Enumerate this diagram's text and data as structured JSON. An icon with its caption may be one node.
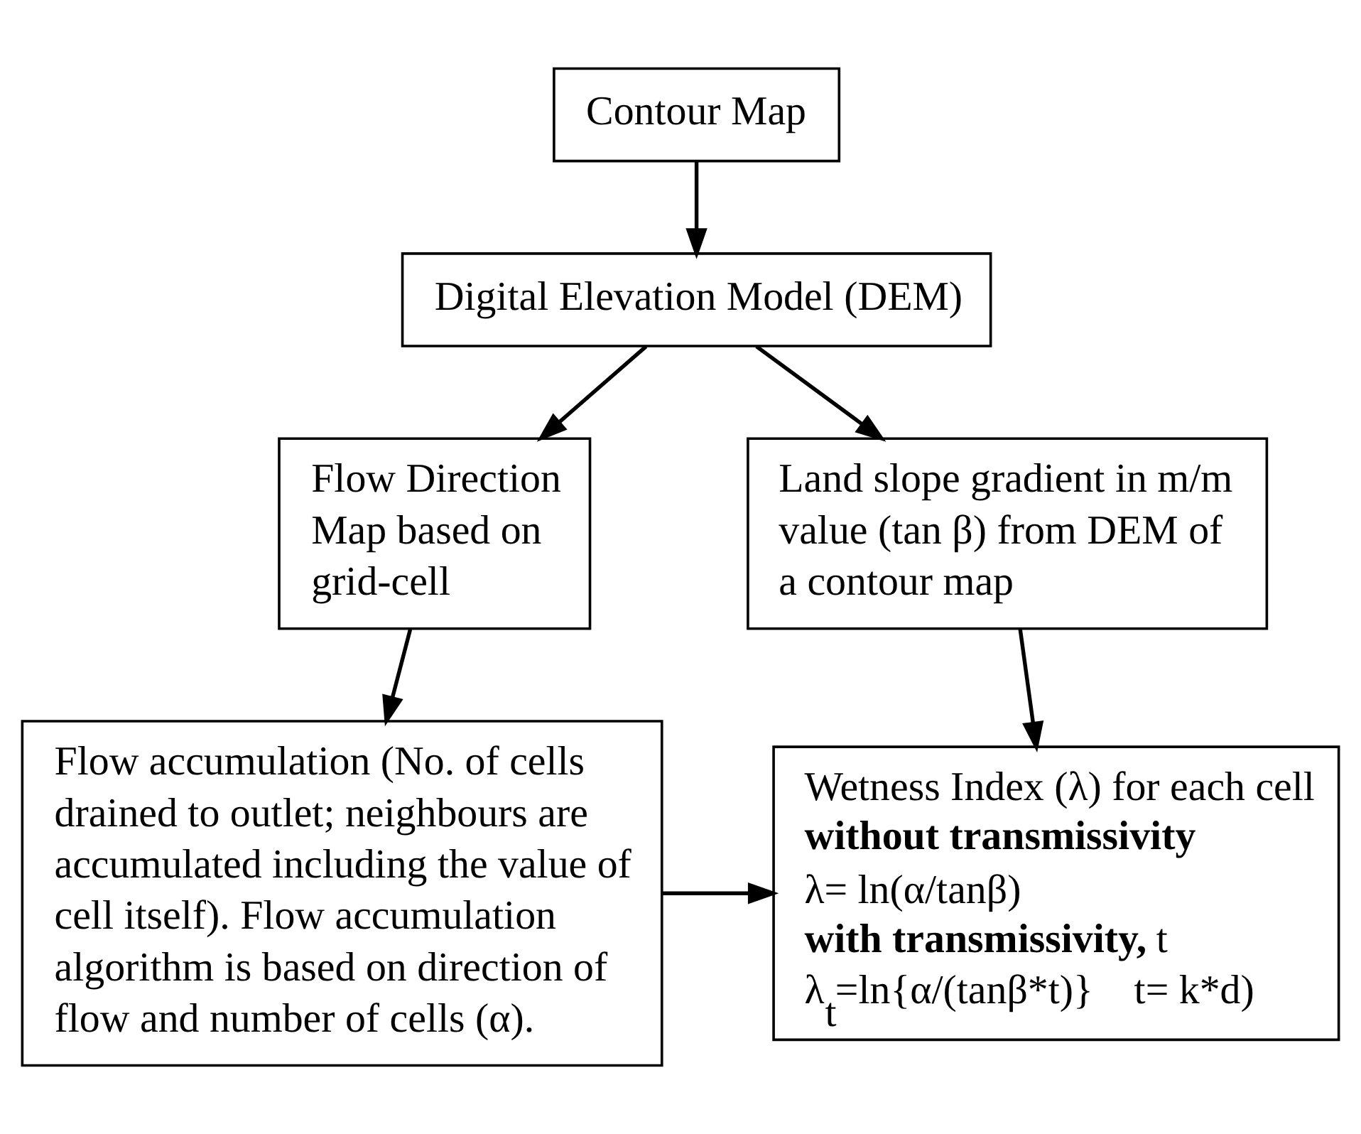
{
  "diagram": {
    "nodes": [
      {
        "text": [
          "Contour Map"
        ]
      },
      {
        "text": [
          "Digital Elevation Model (DEM)"
        ]
      },
      {
        "text": [
          "Flow Direction Map based on grid-cell"
        ]
      },
      {
        "text": [
          "Land slope gradient in m/m value (tan β) from DEM of a contour map"
        ]
      },
      {
        "text": [
          "Flow accumulation (No. of cells drained to outlet; neighbours are accumulated including the value of cell itself). Flow accumulation algorithm is based on direction of flow and number of cells (α)."
        ]
      },
      {
        "text": [
          "Wetness Index (λ) for each cell",
          "**without transmissivity**",
          "λ= ln(α/tanβ)",
          "**with transmissivity,** t",
          "λ$_{t}$=ln{α/(tanβ*t)}    t= k*d)"
        ]
      }
    ],
    "edges": [
      {
        "from": 0,
        "to": 1,
        "arrow": "to"
      },
      {
        "from": 1,
        "to": 2,
        "arrow": "to"
      },
      {
        "from": 1,
        "to": 3,
        "arrow": "to"
      },
      {
        "from": 2,
        "to": 4,
        "arrow": "to"
      },
      {
        "from": 3,
        "to": 5,
        "arrow": "to"
      },
      {
        "from": 4,
        "to": 5,
        "arrow": "to"
      }
    ]
  }
}
